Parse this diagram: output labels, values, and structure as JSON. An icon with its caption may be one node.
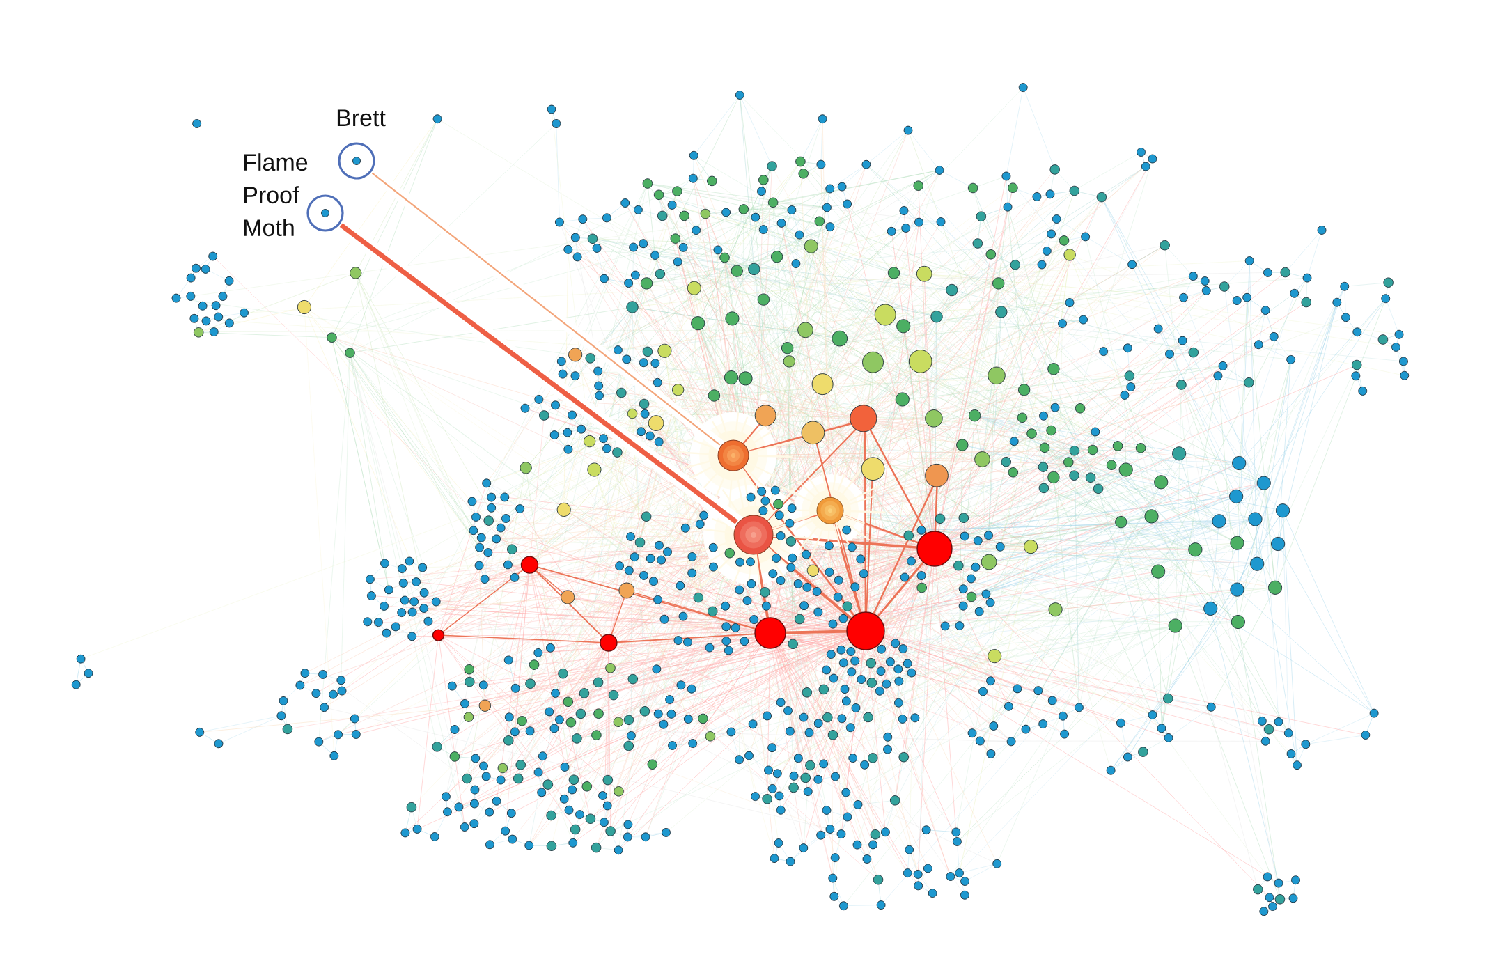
{
  "diagram": {
    "nodes": [
      {
        "text": [
          "Brett"
        ]
      },
      {
        "text": [
          "Flame Proof Moth"
        ]
      },
      {
        "text": [],
        "shape": "circle"
      },
      {
        "text": [],
        "shape": "circle"
      }
    ],
    "edges": [
      {
        "from": 0,
        "to": 2,
        "arrow": "none",
        "color": "#f3a57a"
      },
      {
        "from": 1,
        "to": 3,
        "arrow": "none",
        "style": "thick",
        "color": "#ee5f45"
      }
    ]
  }
}
